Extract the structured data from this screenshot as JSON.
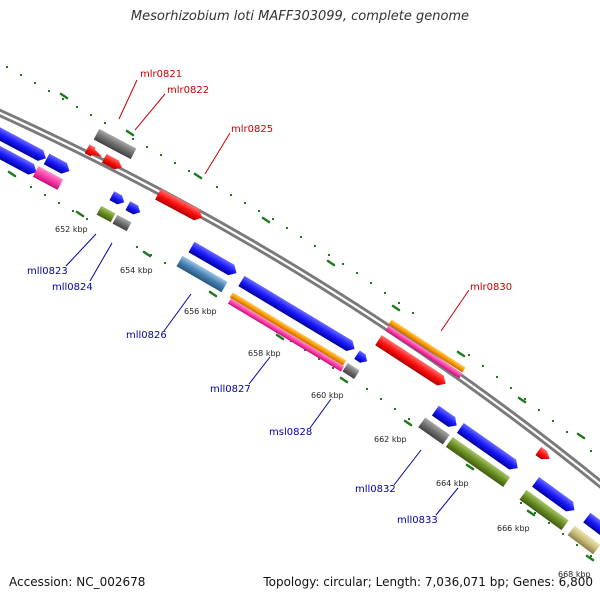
{
  "title": "Mesorhizobium loti MAFF303099, complete genome",
  "footer": {
    "accession_label": "Accession:",
    "accession": "NC_002678",
    "topology_label": "Topology:",
    "topology": "circular",
    "length_label": "Length:",
    "length": "7,036,071 bp",
    "genes_label": "Genes:",
    "genes": "6,800"
  },
  "colors": {
    "backbone": "#8c8c8c",
    "tick_mark": "#1e7a1e",
    "forward_label": "#cc0000",
    "reverse_label": "#0000aa",
    "blue": "#1a1aff",
    "red": "#ff1010",
    "gray": "#707070",
    "magenta": "#ff3da6",
    "orange": "#ff9900",
    "steel_blue": "#4682b4",
    "olive": "#6b8e23",
    "khaki": "#c8bc78"
  },
  "kbp_labels": [
    "652 kbp",
    "654 kbp",
    "656 kbp",
    "658 kbp",
    "660 kbp",
    "662 kbp",
    "664 kbp",
    "666 kbp",
    "668 kbp"
  ],
  "forward_gene_labels": [
    "mlr0821",
    "mlr0822",
    "mlr0825",
    "mlr0830"
  ],
  "reverse_gene_labels": [
    "mll0823",
    "mll0824",
    "mll0826",
    "mll0827",
    "msl0828",
    "mll0832",
    "mll0833"
  ]
}
